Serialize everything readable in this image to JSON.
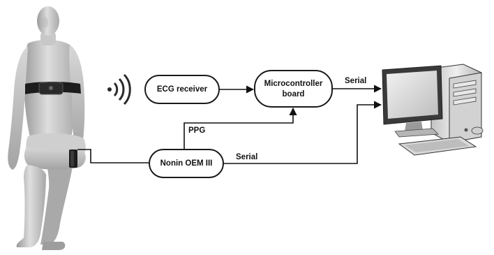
{
  "diagram": {
    "nodes": {
      "ecg_receiver": {
        "label": "ECG receiver"
      },
      "microcontroller": {
        "label_lines": [
          "Microcontroller",
          "board"
        ]
      },
      "nonin": {
        "label": "Nonin OEM III"
      }
    },
    "edges": {
      "ppg": {
        "label": "PPG"
      },
      "serial_top": {
        "label": "Serial"
      },
      "serial_bottom": {
        "label": "Serial"
      }
    }
  },
  "icons": {
    "person": "seated-human-figure-icon",
    "chest_strap": "ecg-chest-strap-icon",
    "finger_sensor": "finger-clip-sensor-icon",
    "wireless": "wireless-signal-icon",
    "computer": "desktop-computer-icon"
  },
  "colors": {
    "figure": "#c9c9c9",
    "strap": "#1c1c1c",
    "lines": "#111111"
  }
}
